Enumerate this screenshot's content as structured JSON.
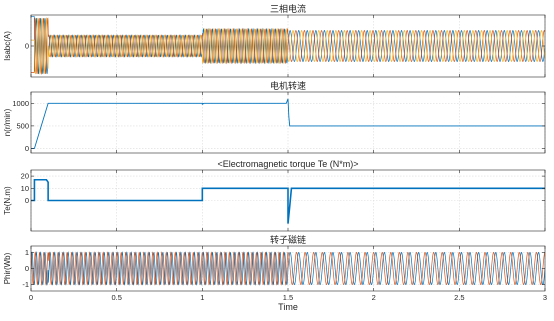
{
  "figure": {
    "xlabel": "Time",
    "x_ticks": [
      "0",
      "0.5",
      "1",
      "1.5",
      "2",
      "2.5",
      "3"
    ]
  },
  "chart_data": [
    {
      "type": "line",
      "title": "三相电流",
      "ylabel": "Isabc(A)",
      "xlim": [
        0,
        3
      ],
      "ylim": [
        -10,
        10
      ],
      "y_ticks": [
        "0"
      ],
      "grid": true,
      "series": [
        {
          "color": "#0072bd",
          "phase_deg": 0
        },
        {
          "color": "#d95319",
          "phase_deg": 120
        },
        {
          "color": "#edb120",
          "phase_deg": 240
        }
      ],
      "segments": [
        {
          "t0": 0.0,
          "t1": 0.02,
          "amplitude": 10,
          "steady_value": 9.5
        },
        {
          "t0": 0.02,
          "t1": 0.1,
          "amplitude": 9,
          "freq_hz": 40
        },
        {
          "t0": 0.1,
          "t1": 1.0,
          "amplitude": 3.5,
          "freq_hz": 38
        },
        {
          "t0": 1.0,
          "t1": 1.5,
          "amplitude": 5.5,
          "freq_hz": 38
        },
        {
          "t0": 1.5,
          "t1": 3.0,
          "amplitude": 5.0,
          "freq_hz": 20
        }
      ]
    },
    {
      "type": "line",
      "title": "电机转速",
      "ylabel": "n(r/min)",
      "xlim": [
        0,
        3
      ],
      "ylim": [
        -100,
        1250
      ],
      "y_ticks": [
        "0",
        "500",
        "1000"
      ],
      "grid": true,
      "series": [
        {
          "color": "#0072bd"
        }
      ],
      "x": [
        0,
        0.02,
        0.1,
        1.0,
        1.0,
        1.01,
        1.49,
        1.5,
        1.505,
        1.51,
        3.0
      ],
      "y": [
        0,
        0,
        1000,
        1000,
        980,
        1000,
        1000,
        1100,
        700,
        500,
        500
      ]
    },
    {
      "type": "line",
      "title": "<Electromagnetic torque Te (N*m)>",
      "ylabel": "Te(N.m)",
      "xlim": [
        0,
        3
      ],
      "ylim": [
        -25,
        25
      ],
      "y_ticks": [
        "0",
        "10",
        "20"
      ],
      "grid": true,
      "series": [
        {
          "color": "#0072bd"
        }
      ],
      "x": [
        0,
        0.02,
        0.02,
        0.09,
        0.1,
        0.1,
        1.0,
        1.0,
        1.5,
        1.5,
        1.51,
        1.52,
        3.0
      ],
      "y": [
        0,
        0,
        17,
        17,
        15,
        0,
        0,
        10,
        10,
        -19,
        -5,
        10,
        10
      ]
    },
    {
      "type": "line",
      "title": "转子磁链",
      "ylabel": "Phir(Wb)",
      "xlim": [
        0,
        3
      ],
      "ylim": [
        -1.4,
        1.4
      ],
      "y_ticks": [
        "1",
        "0",
        "-1"
      ],
      "grid": true,
      "series": [
        {
          "color": "#0072bd",
          "phase_deg": 0
        },
        {
          "color": "#d95319",
          "phase_deg": 90
        }
      ],
      "segments": [
        {
          "t0": 0.0,
          "t1": 0.1,
          "amplitude": 1.0,
          "freq_hz": 40
        },
        {
          "t0": 0.1,
          "t1": 1.5,
          "amplitude": 1.0,
          "freq_hz": 38
        },
        {
          "t0": 1.5,
          "t1": 3.0,
          "amplitude": 1.0,
          "freq_hz": 20
        }
      ]
    }
  ]
}
